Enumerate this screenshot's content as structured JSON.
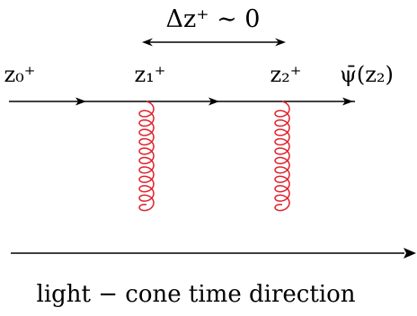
{
  "labels": {
    "separation": "Δz⁺ ∼ 0",
    "vertex_0": "z₀⁺",
    "vertex_1": "z₁⁺",
    "vertex_2": "z₂⁺",
    "field": "ψ̄(z₂)",
    "time_axis": "light − cone time direction"
  },
  "colors": {
    "line": "#000000",
    "gluon": "#e0202a",
    "background": "#ffffff"
  },
  "gluons": {
    "count": 2,
    "loops_each": 11
  }
}
